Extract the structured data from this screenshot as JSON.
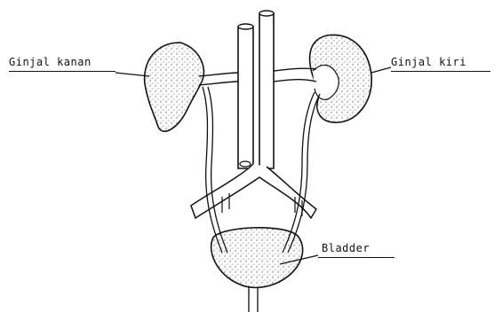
{
  "labels": {
    "right_kidney": "Ginjal kanan",
    "left_kidney": "Ginjal kiri",
    "bladder": "Bladder"
  }
}
